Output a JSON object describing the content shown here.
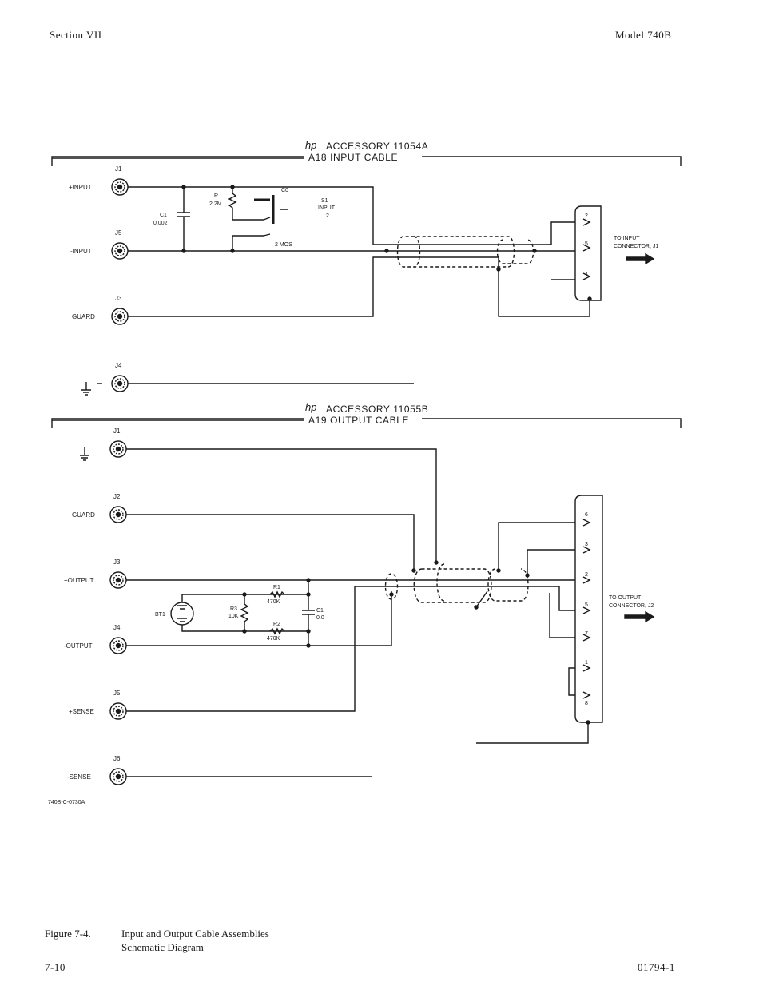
{
  "header": {
    "left": "Section VII",
    "right": "Model 740B"
  },
  "cable1": {
    "logo": "hp",
    "title_line1": "ACCESSORY 11054A",
    "title_line2": "A18 INPUT CABLE",
    "jacks": [
      {
        "id": "J1",
        "label": "+INPUT"
      },
      {
        "id": "J5",
        "label": "-INPUT"
      },
      {
        "id": "J3",
        "label": "GUARD"
      },
      {
        "id": "J4",
        "label": ""
      }
    ],
    "c1": {
      "ref": "C1",
      "value": "0.002"
    },
    "r1": {
      "ref": "R",
      "value": "2.2M"
    },
    "switch": {
      "ref": "S1",
      "label": "INPUT",
      "pole": "2",
      "contact": "2 MOS"
    },
    "connector_pins": [
      "2",
      "5",
      "4"
    ],
    "destination": [
      "TO INPUT",
      "CONNECTOR, J1"
    ]
  },
  "cable2": {
    "logo": "hp",
    "title_line1": "ACCESSORY 11055B",
    "title_line2": "A19 OUTPUT CABLE",
    "jacks": [
      {
        "id": "J1",
        "label": ""
      },
      {
        "id": "J2",
        "label": "GUARD"
      },
      {
        "id": "J3",
        "label": "+OUTPUT"
      },
      {
        "id": "J4",
        "label": "-OUTPUT"
      },
      {
        "id": "J5",
        "label": "+SENSE"
      },
      {
        "id": "J6",
        "label": "-SENSE"
      }
    ],
    "battery": "BT1",
    "r3": {
      "ref": "R3",
      "value": "10K"
    },
    "r1": {
      "ref": "R1",
      "value": "470K"
    },
    "r2": {
      "ref": "R2",
      "value": "470K"
    },
    "c1": {
      "ref": "C1",
      "value": "0.0"
    },
    "connector_pins": [
      "6",
      "3",
      "2",
      "5",
      "7",
      "1",
      "8"
    ],
    "destination": [
      "TO OUTPUT",
      "CONNECTOR, J2"
    ],
    "drawing_no": "740B-C-0730A"
  },
  "caption": {
    "figure": "Figure 7-4.",
    "line1": "Input and Output Cable Assemblies",
    "line2": "Schematic Diagram"
  },
  "footer": {
    "left": "7-10",
    "right": "01794-1"
  }
}
